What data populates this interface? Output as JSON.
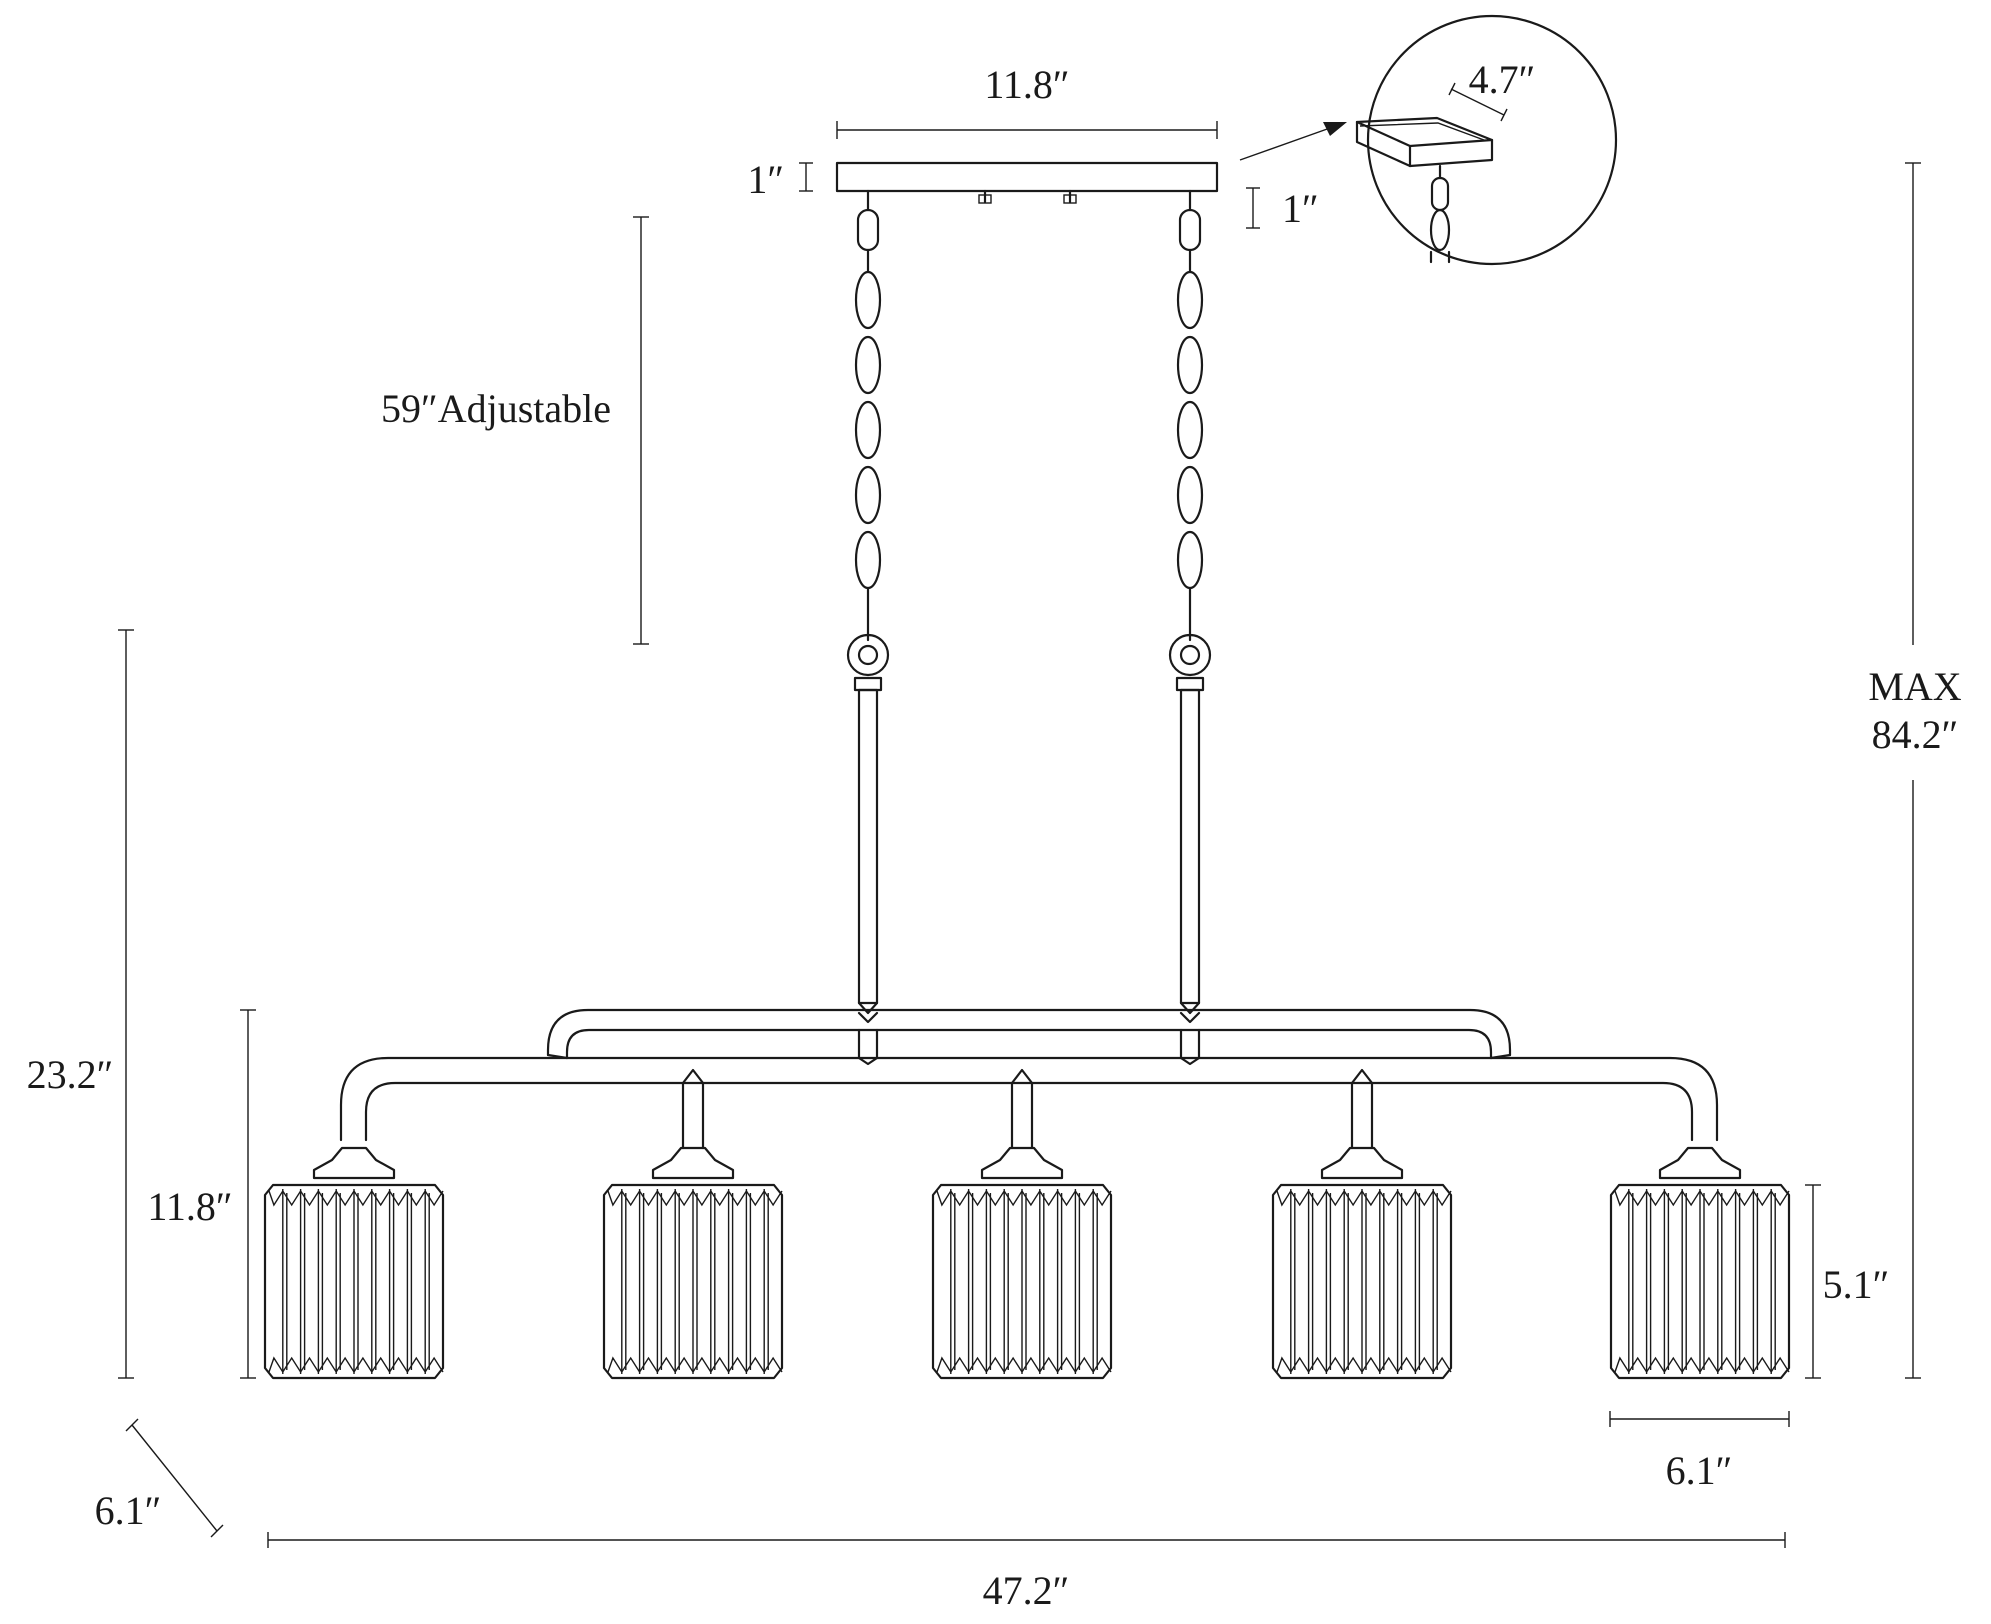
{
  "dimensions": {
    "canopy_width": "11.8″",
    "canopy_height": "1″",
    "canopy_hook": "1″",
    "canopy_depth": "4.7″",
    "chain_length": "59″Adjustable",
    "max_label": "MAX",
    "max_height": "84.2″",
    "body_height": "23.2″",
    "arm_height": "11.8″",
    "shade_height": "5.1″",
    "shade_width": "6.1″",
    "depth": "6.1″",
    "total_width": "47.2″"
  },
  "fixture": {
    "shade_count": 5
  }
}
